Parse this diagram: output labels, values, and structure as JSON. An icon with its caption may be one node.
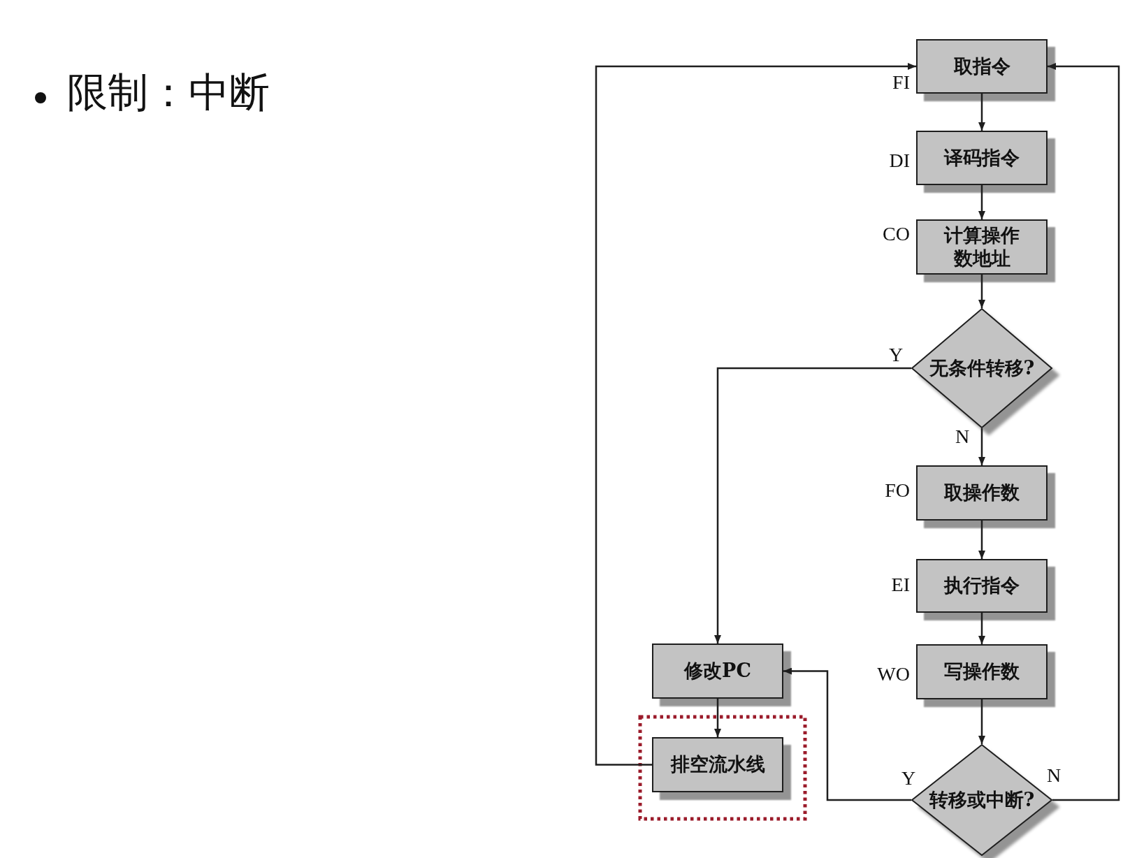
{
  "diagram": {
    "title": "限制：中断",
    "nodes": [
      {
        "text": [
          "取指令"
        ],
        "beside": [
          "FI"
        ]
      },
      {
        "text": [
          "译码指令"
        ],
        "beside": [
          "DI"
        ]
      },
      {
        "text": [
          "计算操作数地址"
        ],
        "beside": [
          "CO"
        ]
      },
      {
        "text": [
          "无条件转移?"
        ]
      },
      {
        "text": [
          "取操作数"
        ],
        "beside": [
          "FO"
        ]
      },
      {
        "text": [
          "执行指令"
        ],
        "beside": [
          "EI"
        ]
      },
      {
        "text": [
          "写操作数"
        ],
        "beside": [
          "WO"
        ]
      },
      {
        "text": [
          "转移或中断?"
        ]
      },
      {
        "text": [
          "修改PC"
        ]
      },
      {
        "text": [
          "排空流水线"
        ]
      }
    ],
    "edges": [
      {
        "from": 0,
        "to": 1,
        "arrow": "to"
      },
      {
        "from": 1,
        "to": 2,
        "arrow": "to"
      },
      {
        "from": 2,
        "to": 3,
        "arrow": "to"
      },
      {
        "from": 3,
        "to": 8,
        "arrow": "to",
        "label": "Y"
      },
      {
        "from": 3,
        "to": 4,
        "arrow": "to",
        "label": "N"
      },
      {
        "from": 4,
        "to": 5,
        "arrow": "to"
      },
      {
        "from": 5,
        "to": 6,
        "arrow": "to"
      },
      {
        "from": 6,
        "to": 7,
        "arrow": "to"
      },
      {
        "from": 7,
        "to": 8,
        "arrow": "to",
        "label": "Y"
      },
      {
        "from": 7,
        "to": 0,
        "arrow": "to",
        "label": "N"
      },
      {
        "from": 8,
        "to": 9,
        "arrow": "to"
      },
      {
        "from": 9,
        "to": 0,
        "arrow": "to"
      }
    ]
  }
}
